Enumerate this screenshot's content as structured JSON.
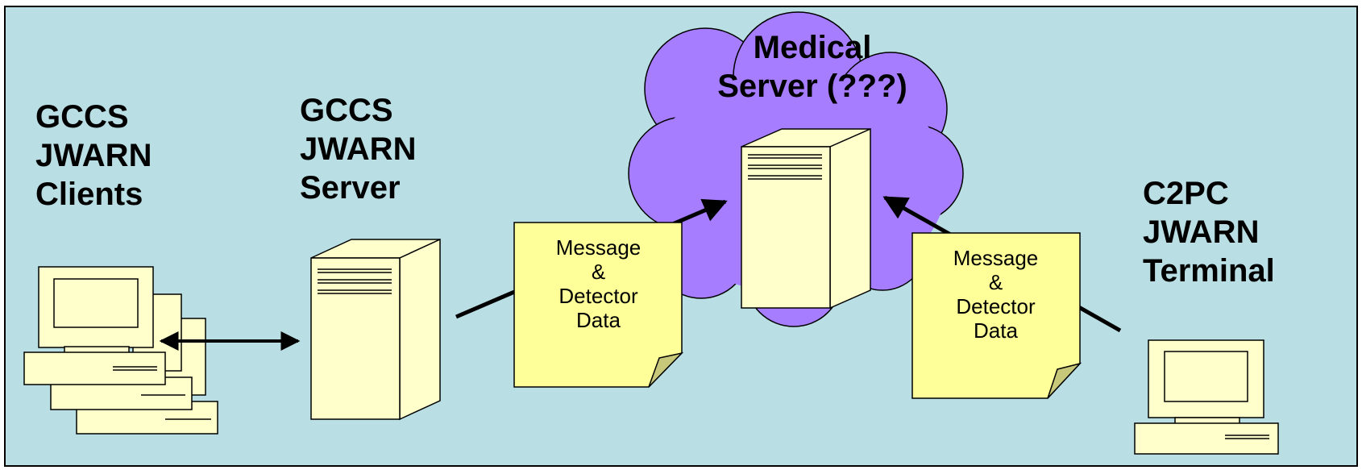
{
  "colors": {
    "background": "#b9dfe4",
    "border": "#000000",
    "cloud": "#a77dff",
    "device": "#ffffcc",
    "note": "#ffff99",
    "note_fold": "#c8c87a"
  },
  "nodes": {
    "clients": {
      "label": "GCCS\nJWARN\nClients",
      "icon": "desktop-computer-stack-icon"
    },
    "gccs_server": {
      "label": "GCCS\nJWARN\nServer",
      "icon": "server-tower-icon"
    },
    "medical_server": {
      "label": "Medical\nServer (???)",
      "icon": "server-tower-icon"
    },
    "c2pc_terminal": {
      "label": "C2PC\nJWARN\nTerminal",
      "icon": "desktop-computer-icon"
    }
  },
  "notes": [
    {
      "text": "Message\n&\nDetector\nData"
    },
    {
      "text": "Message\n&\nDetector\nData"
    }
  ]
}
